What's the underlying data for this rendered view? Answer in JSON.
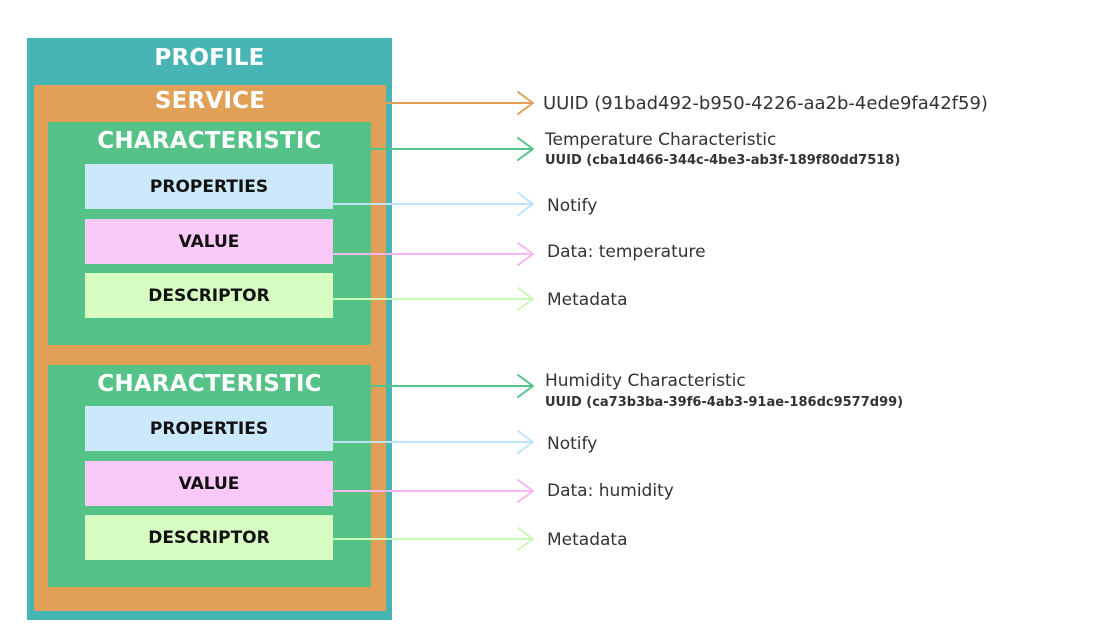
{
  "profile": {
    "title": "PROFILE"
  },
  "service": {
    "title": "SERVICE",
    "uuid_label": "UUID (91bad492-b950-4226-aa2b-4ede9fa42f59)"
  },
  "characteristics": [
    {
      "title": "CHARACTERISTIC",
      "name": "Temperature Characteristic",
      "uuid": "UUID (cba1d466-344c-4be3-ab3f-189f80dd7518)",
      "properties": {
        "label": "PROPERTIES",
        "annotation": "Notify"
      },
      "value": {
        "label": "VALUE",
        "annotation": "Data: temperature"
      },
      "descriptor": {
        "label": "DESCRIPTOR",
        "annotation": "Metadata"
      }
    },
    {
      "title": "CHARACTERISTIC",
      "name": "Humidity Characteristic",
      "uuid": "UUID (ca73b3ba-39f6-4ab3-91ae-186dc9577d99)",
      "properties": {
        "label": "PROPERTIES",
        "annotation": "Notify"
      },
      "value": {
        "label": "VALUE",
        "annotation": "Data: humidity"
      },
      "descriptor": {
        "label": "DESCRIPTOR",
        "annotation": "Metadata"
      }
    }
  ],
  "colors": {
    "profile": "#47b5b4",
    "service": "#e1a057",
    "characteristic": "#55c287",
    "properties": "#cbe9fb",
    "value": "#fbc9f7",
    "descriptor": "#d7fdc2",
    "arrow_service": "#e1a057",
    "arrow_characteristic": "#55c287",
    "arrow_properties": "#bfe3fb",
    "arrow_value": "#f8b6f2",
    "arrow_descriptor": "#cdf7b5"
  }
}
